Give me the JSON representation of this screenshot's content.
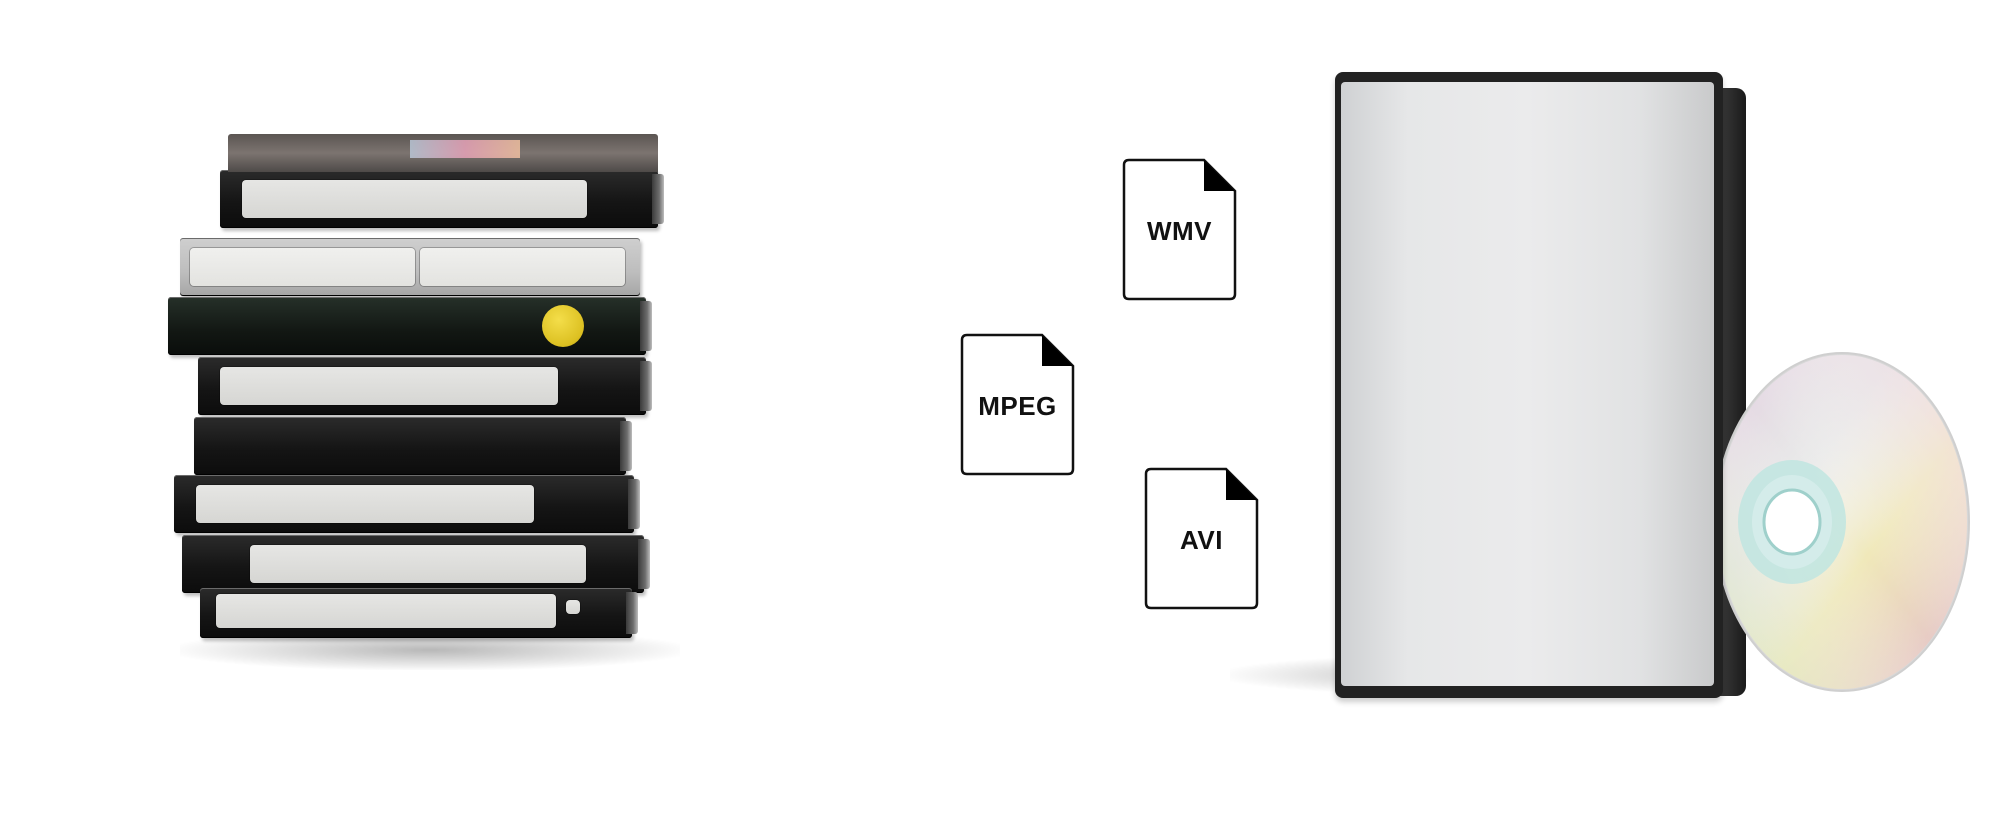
{
  "scene": {
    "left_object": "vhs-tape-stack",
    "right_object": "dvd-case-with-disc"
  },
  "files": [
    {
      "label": "WMV"
    },
    {
      "label": "MPEG"
    },
    {
      "label": "AVI"
    }
  ],
  "colors": {
    "background": "#ffffff",
    "sticker": "#e3c62a",
    "file_stroke": "#111111"
  }
}
